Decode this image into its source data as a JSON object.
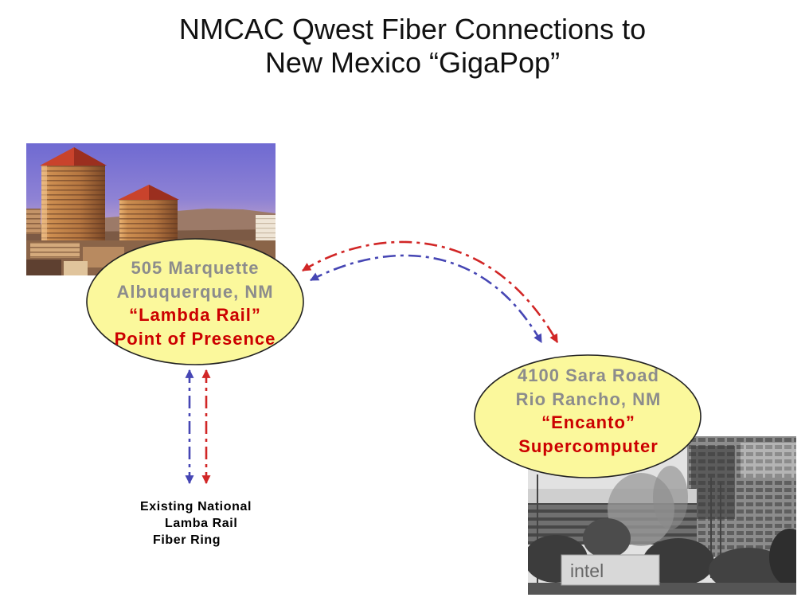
{
  "title": {
    "line1": "NMCAC Qwest Fiber Connections to",
    "line2": "New Mexico “GigaPop”"
  },
  "nodes": {
    "albuquerque": {
      "address": "505 Marquette",
      "city": "Albuquerque, NM",
      "name": "“Lambda Rail”",
      "role": "Point of Presence"
    },
    "rio_rancho": {
      "address": "4100 Sara Road",
      "city": "Rio Rancho, NM",
      "name": "“Encanto”",
      "role": "Supercomputer"
    }
  },
  "fiber_ring_label": [
    "Existing National",
    "Lamba Rail",
    "Fiber Ring"
  ],
  "photo_sign_text": "intel",
  "colors": {
    "node_fill": "#fbf89c",
    "address_text": "#8c8c8c",
    "highlight_text": "#cc0000",
    "link_red": "#d12626",
    "link_blue": "#4646b4"
  }
}
